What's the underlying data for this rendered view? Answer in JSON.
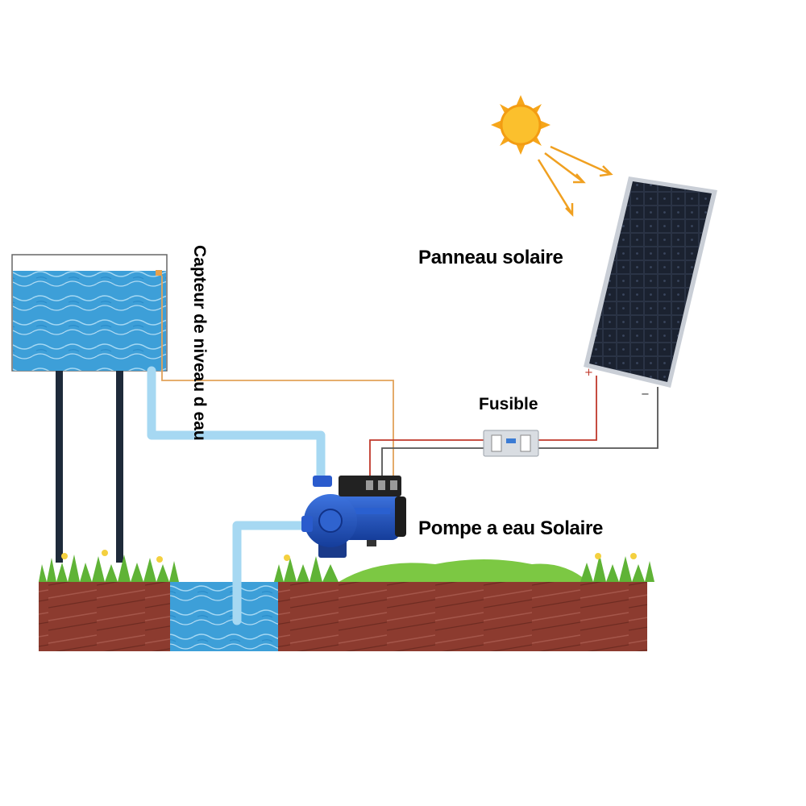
{
  "labels": {
    "solar_panel": "Panneau solaire",
    "level_sensor": "Capteur de niveau d eau",
    "fuse": "Fusible",
    "pump": "Pompe a eau Solaire",
    "positive": "+",
    "negative": "−"
  },
  "colors": {
    "water": "#4aa8dc",
    "water_light": "#a9d9f2",
    "pipe": "#9fd3ef",
    "soil": "#8a3a2e",
    "grass": "#6fbf3a",
    "sun": "#f6a61b",
    "panel": "#1c2331",
    "pump_blue": "#1f4fb8",
    "wire_positive": "#c0392b",
    "wire_negative": "#555555",
    "wire_sensor": "#e2a25a"
  }
}
